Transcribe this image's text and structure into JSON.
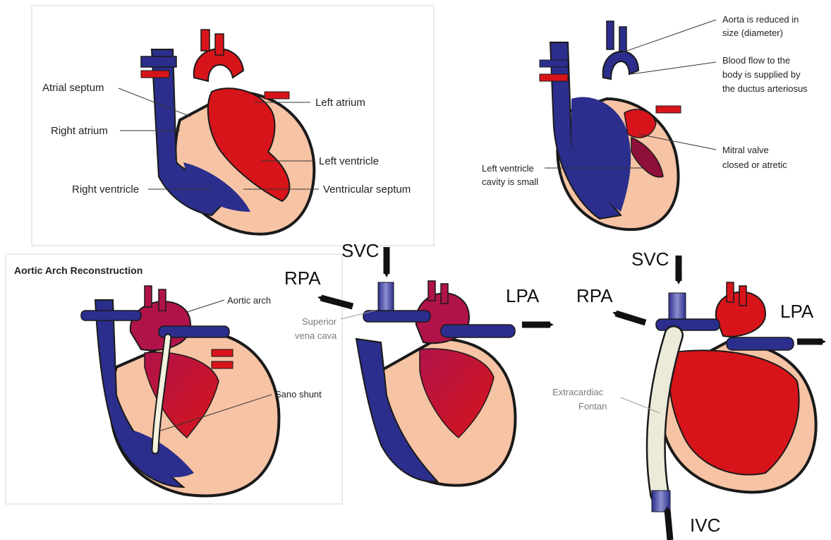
{
  "colors": {
    "deoxygenated": "#2b2e8c",
    "oxygenated": "#d7141a",
    "mixed": "#b0134a",
    "muscle": "#f6c3a4",
    "outline": "#1a1a1a",
    "valve": "#f4d29a",
    "shunt": "#f3f1df",
    "arrow": "#111111"
  },
  "panels": {
    "normal": {
      "labels": {
        "atrial_septum": "Atrial septum",
        "right_atrium": "Right atrium",
        "right_ventricle": "Right ventricle",
        "left_atrium": "Left atrium",
        "left_ventricle": "Left ventricle",
        "ventricular_septum": "Ventricular septum"
      }
    },
    "hlhs": {
      "labels": {
        "aorta_1": "Aorta is reduced in",
        "aorta_2": "size (diameter)",
        "flow_1": "Blood flow to the",
        "flow_2": "body is supplied by",
        "flow_3": "the ductus arteriosus",
        "mitral_1": "Mitral valve",
        "mitral_2": "closed or atretic",
        "lv_1": "Left ventricle",
        "lv_2": "cavity is small"
      }
    },
    "norwood": {
      "title": "Aortic Arch Reconstruction",
      "labels": {
        "aortic_arch": "Aortic arch",
        "sano_shunt": "Sano shunt"
      }
    },
    "glenn": {
      "labels": {
        "svc": "SVC",
        "rpa": "RPA",
        "lpa": "LPA",
        "svc_1": "Superior",
        "svc_2": "vena cava"
      }
    },
    "fontan": {
      "labels": {
        "svc": "SVC",
        "rpa": "RPA",
        "lpa": "LPA",
        "ivc": "IVC",
        "fontan_1": "Extracardiac",
        "fontan_2": "Fontan"
      }
    }
  }
}
